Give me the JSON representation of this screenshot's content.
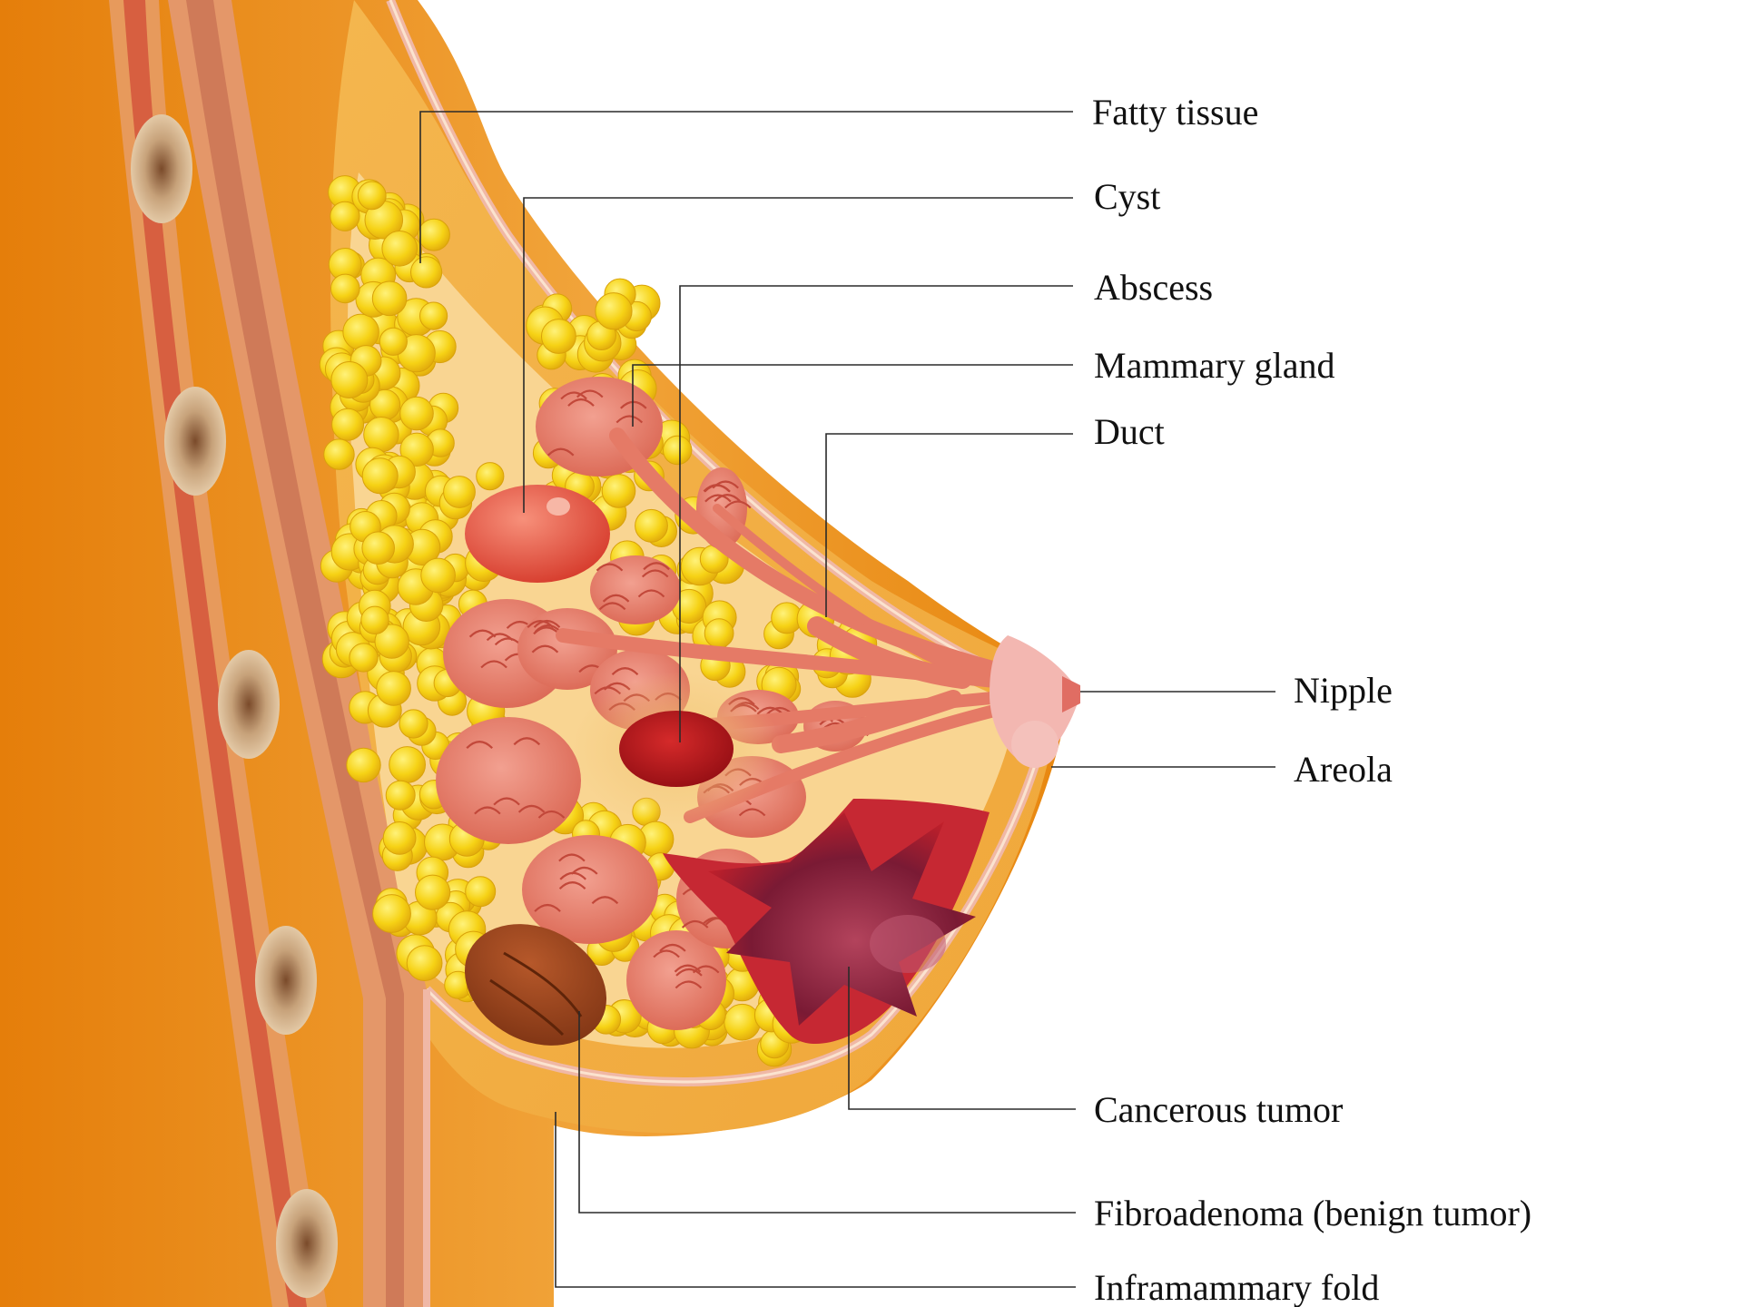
{
  "labels": {
    "fatty_tissue": "Fatty tissue",
    "cyst": "Cyst",
    "abscess": "Abscess",
    "mammary_gland": "Mammary gland",
    "duct": "Duct",
    "nipple": "Nipple",
    "areola": "Areola",
    "cancerous_tumor": "Cancerous tumor",
    "fibroadenoma": "Fibroadenoma (benign tumor)",
    "inframammary_fold": "Inframammary fold"
  },
  "colors": {
    "body_orange": "#e8820e",
    "breast_light": "#f6c065",
    "fat_yellow": "#f4d21a",
    "gland_pink": "#e27a68",
    "cyst_red": "#e4513f",
    "abscess_darkred": "#b4121b",
    "tumor_purple": "#7a1a34",
    "fibroadenoma_brown": "#9a4219",
    "nipple_pink": "#f3b7b1",
    "leader_line": "#2a2a2a"
  }
}
